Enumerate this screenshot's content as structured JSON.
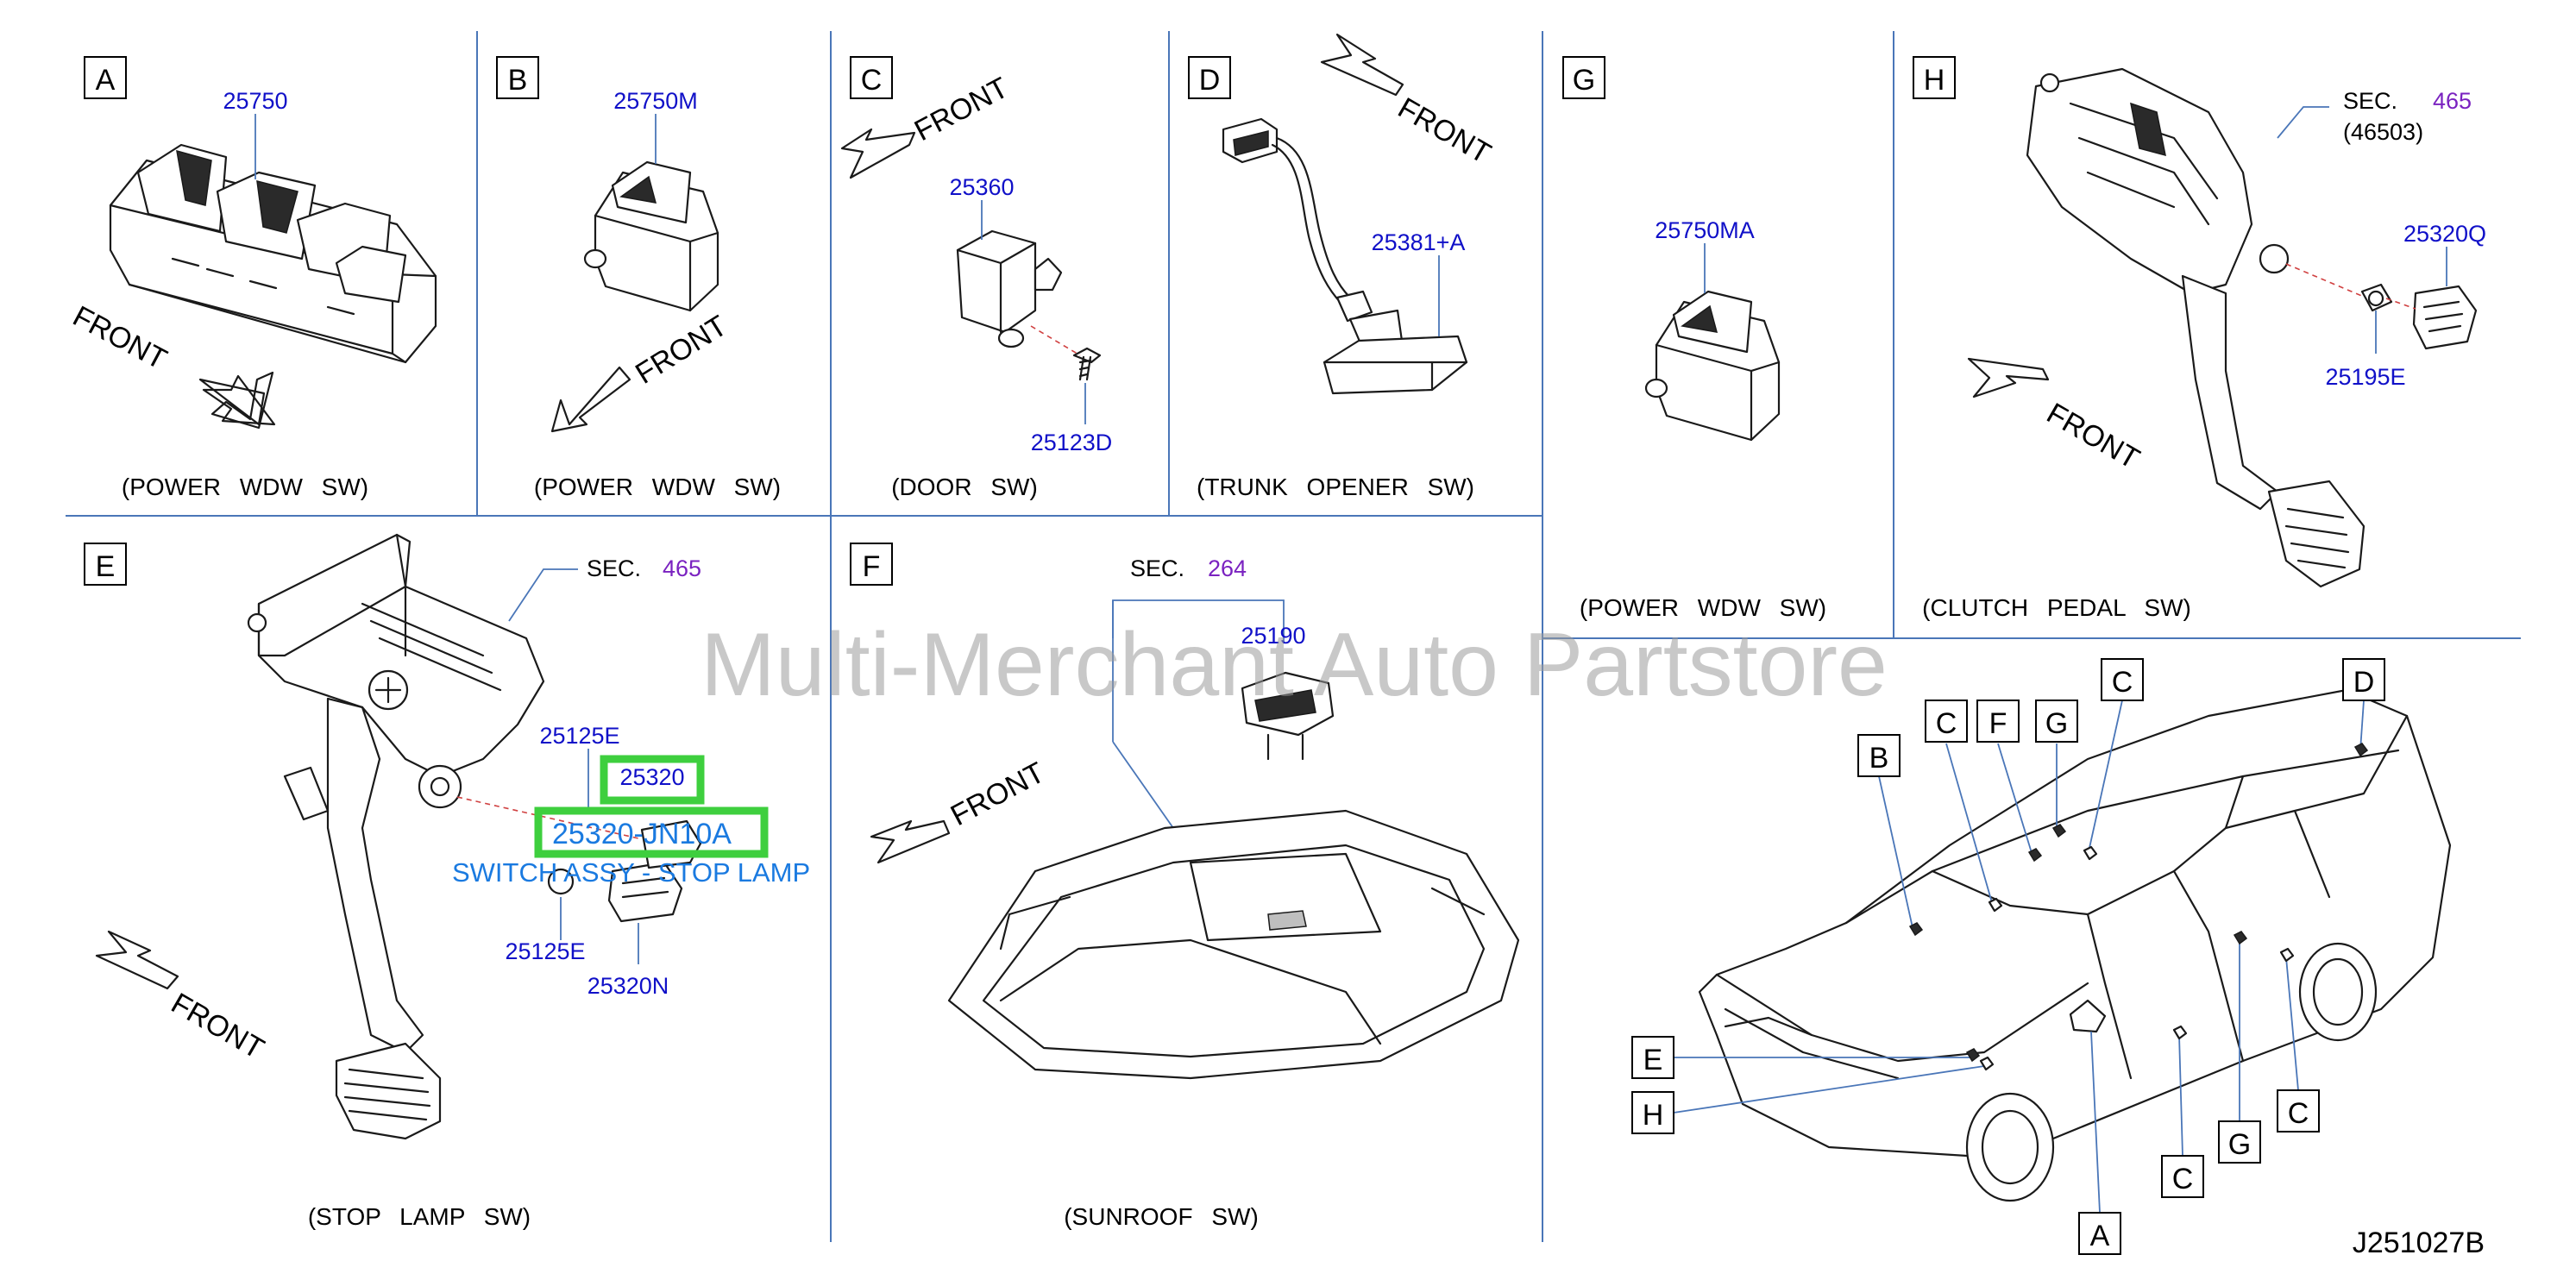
{
  "panels": [
    {
      "letter": "A",
      "caption": "(POWER WDW SW)",
      "parts": [
        "25750"
      ]
    },
    {
      "letter": "B",
      "caption": "(POWER WDW SW)",
      "parts": [
        "25750M"
      ]
    },
    {
      "letter": "C",
      "caption": "(DOOR SW)",
      "parts": [
        "25360",
        "25123D"
      ]
    },
    {
      "letter": "D",
      "caption": "(TRUNK OPENER SW)",
      "parts": [
        "25381+A"
      ]
    },
    {
      "letter": "G",
      "caption": "(POWER WDW SW)",
      "parts": [
        "25750MA"
      ]
    },
    {
      "letter": "H",
      "caption": "(CLUTCH PEDAL SW)",
      "parts": [
        "25320Q",
        "25195E"
      ],
      "sec_label": "SEC.",
      "sec_number": "465",
      "sec_sub": "(46503)"
    },
    {
      "letter": "E",
      "caption": "(STOP LAMP SW)",
      "parts": [
        "25125E",
        "25320",
        "25125E",
        "25320N"
      ],
      "sec_label": "SEC.",
      "sec_number": "465"
    },
    {
      "letter": "F",
      "caption": "(SUNROOF SW)",
      "parts": [
        "25190"
      ],
      "sec_label": "SEC.",
      "sec_number": "264"
    }
  ],
  "front_label": "FRONT",
  "highlight": {
    "part_number": "25320-JN10A",
    "description": "SWITCH ASSY - STOP LAMP"
  },
  "watermark": "Multi-Merchant Auto Partstore",
  "car_callouts": [
    "B",
    "C",
    "F",
    "G",
    "C",
    "D",
    "E",
    "H",
    "A",
    "C",
    "G",
    "C"
  ],
  "diagram_code": "J251027B",
  "colors": {
    "part_number": "#1010c8",
    "sec_number": "#7a22c0",
    "divider": "#4a76b8",
    "highlight_box": "#3ecf3e",
    "highlight_text": "#1a7ae0"
  }
}
